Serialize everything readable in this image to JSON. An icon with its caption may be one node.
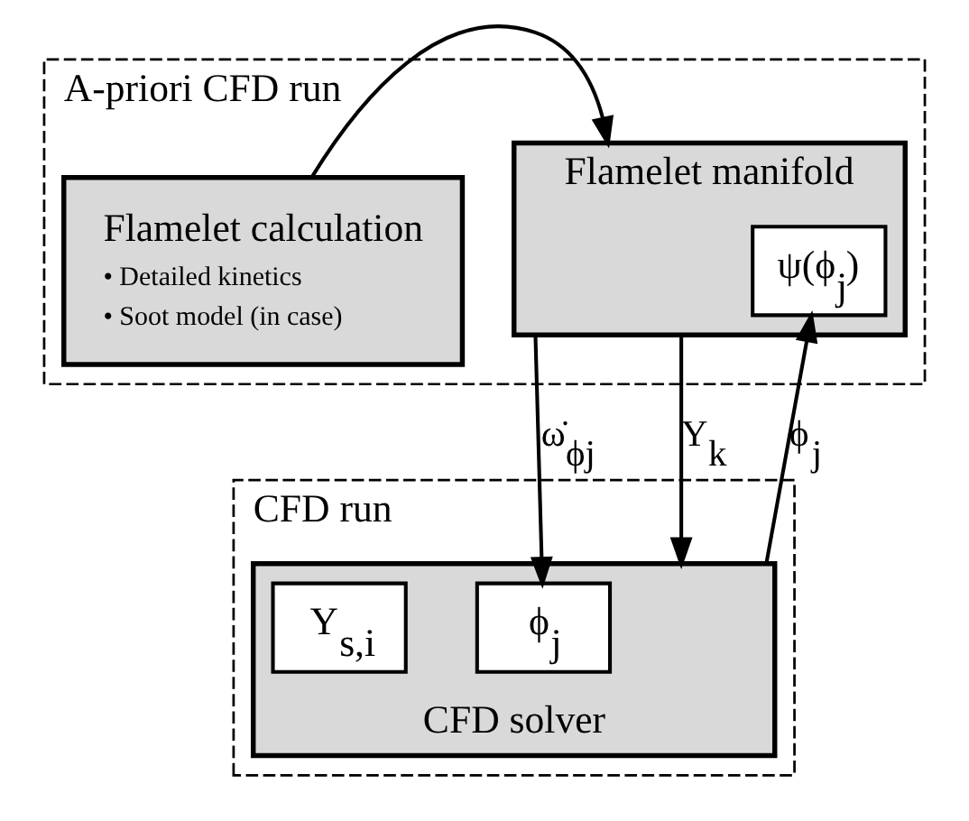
{
  "diagram": {
    "nodes": [
      {
        "text": [
          "A-priori CFD run"
        ]
      },
      {
        "text": [
          "Flamelet calculation",
          "• Detailed kinetics",
          "• Soot model (in case)"
        ],
        "in": 0
      },
      {
        "text": [
          "Flamelet manifold"
        ],
        "in": 0
      },
      {
        "text": [
          "ψ(ϕ$_{j}$)"
        ],
        "in": 2
      },
      {
        "text": [
          "CFD run"
        ]
      },
      {
        "text": [
          "CFD solver"
        ],
        "in": 4
      },
      {
        "text": [
          "ϕ$_{j}$"
        ],
        "in": 5
      },
      {
        "text": [
          "Y$_{s,i}$"
        ],
        "in": 5
      }
    ],
    "edges": [
      {
        "from": 1,
        "to": 2,
        "arrow": "to"
      },
      {
        "from": 2,
        "to": 6,
        "arrow": "to",
        "label": "ω̇$_{ϕj}$"
      },
      {
        "from": 5,
        "to": 3,
        "arrow": "to",
        "label": "ϕ$_{j}$"
      },
      {
        "from": 2,
        "to": 5,
        "arrow": "to",
        "label": "Y$_{k}$"
      }
    ]
  }
}
